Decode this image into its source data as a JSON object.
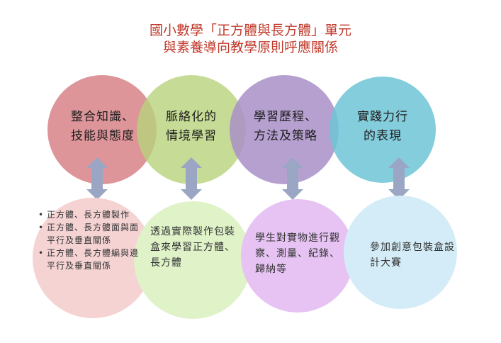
{
  "title": {
    "line1": "國小數學「正方體與長方體」單元",
    "line2": "與素養導向教學原則呼應關係"
  },
  "principles": [
    {
      "line1": "整合知識、",
      "line2": "技能與態度",
      "color": "#d98a8e"
    },
    {
      "line1": "脈絡化的",
      "line2": "情境學習",
      "color": "#b8d27a"
    },
    {
      "line1": "學習歷程、",
      "line2": "方法及策略",
      "color": "#a98fc8"
    },
    {
      "line1": "實踐力行",
      "line2": "的表現",
      "color": "#6fc4d6"
    }
  ],
  "examples": [
    {
      "items": [
        "正方體、長方體製作",
        "正方體、長方體面與面平行及垂直關係",
        "正方體、長方體編與邊平行及垂直關係"
      ],
      "color": "#f5d3d3"
    },
    {
      "text": "透過實際製作包裝盒來學習正方體、長方體",
      "color": "#dff2c8"
    },
    {
      "text": "學生對實物進行觀察、測量、紀錄、歸納等",
      "color": "#e6c3f3"
    },
    {
      "text": "參加創意包裝盒設計大賽",
      "color": "#d4ecf7"
    }
  ],
  "arrow_color": "#9aa6c4"
}
